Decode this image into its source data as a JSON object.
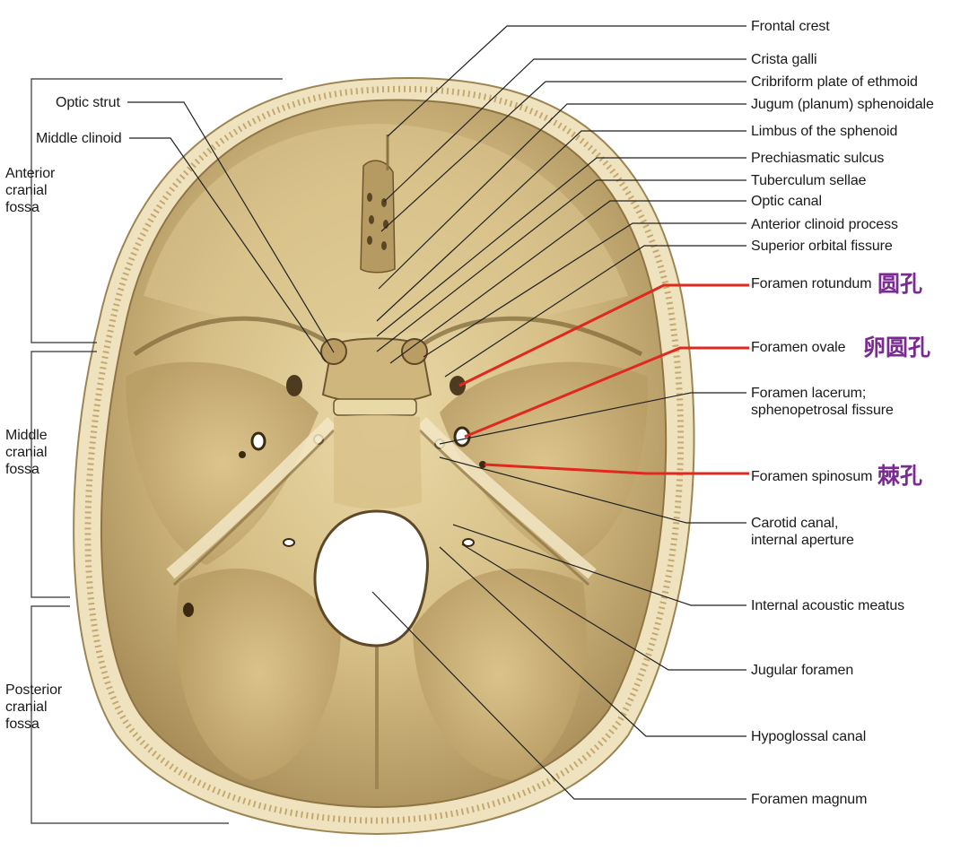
{
  "colors": {
    "bone_light": "#e8d7a6",
    "bone_mid": "#c9b07a",
    "bone_dark": "#8f7544",
    "leader_black": "#222222",
    "leader_red": "#e0281e",
    "annotation_purple": "#7a2a91"
  },
  "regions": {
    "anterior": "Anterior cranial fossa",
    "middle": "Middle cranial fossa",
    "posterior": "Posterior cranial fossa"
  },
  "left_labels": {
    "optic_strut": "Optic strut",
    "middle_clinoid": "Middle clinoid"
  },
  "right_labels": {
    "frontal_crest": "Frontal crest",
    "crista_galli": "Crista galli",
    "cribriform": "Cribriform plate of ethmoid",
    "jugum": "Jugum (planum) sphenoidale",
    "limbus": "Limbus of the sphenoid",
    "prechiasmatic": "Prechiasmatic sulcus",
    "tuberculum": "Tuberculum sellae",
    "optic_canal": "Optic canal",
    "anterior_clinoid": "Anterior clinoid process",
    "superior_orbital": "Superior orbital fissure",
    "foramen_rotundum": "Foramen rotundum",
    "foramen_ovale": "Foramen ovale",
    "foramen_lacerum": "Foramen lacerum; sphenopetrosal fissure",
    "foramen_spinosum": "Foramen spinosum",
    "carotid_canal": "Carotid canal, internal aperture",
    "internal_acoustic": "Internal acoustic meatus",
    "jugular_foramen": "Jugular foramen",
    "hypoglossal_canal": "Hypoglossal canal",
    "foramen_magnum": "Foramen magnum"
  },
  "chinese_annotations": {
    "rotundum_cn": "圆孔",
    "ovale_cn": "卵圆孔",
    "spinosum_cn": "棘孔"
  }
}
